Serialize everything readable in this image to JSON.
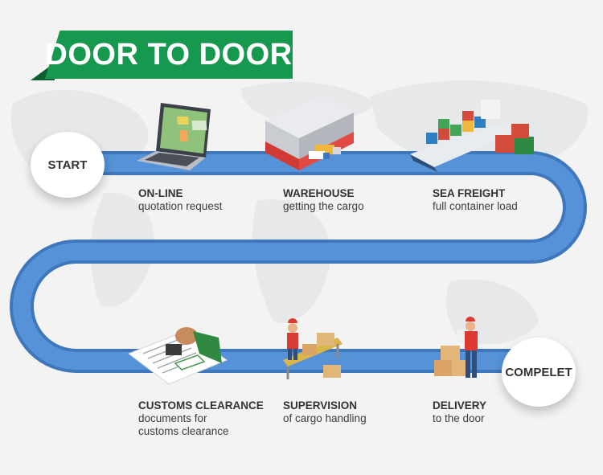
{
  "header": {
    "title": "DOOR TO DOOR"
  },
  "start_label": "START",
  "end_label": "COMPELET",
  "steps": [
    {
      "title": "ON-LINE",
      "description": "quotation request",
      "icon": "laptop-icon"
    },
    {
      "title": "WAREHOUSE",
      "description": "getting the cargo",
      "icon": "warehouse-icon"
    },
    {
      "title": "SEA FREIGHT",
      "description": "full container load",
      "icon": "cargo-ship-icon"
    },
    {
      "title": "CUSTOMS CLEARANCE",
      "description": "documents for\ncustoms clearance",
      "icon": "stamp-icon"
    },
    {
      "title": "SUPERVISION",
      "description": "of cargo handling",
      "icon": "conveyor-worker-icon"
    },
    {
      "title": "DELIVERY",
      "description": "to the door",
      "icon": "delivery-worker-icon"
    }
  ],
  "colors": {
    "banner": "#17984f",
    "path": "#4a84cb",
    "background": "#f3f3f3"
  }
}
